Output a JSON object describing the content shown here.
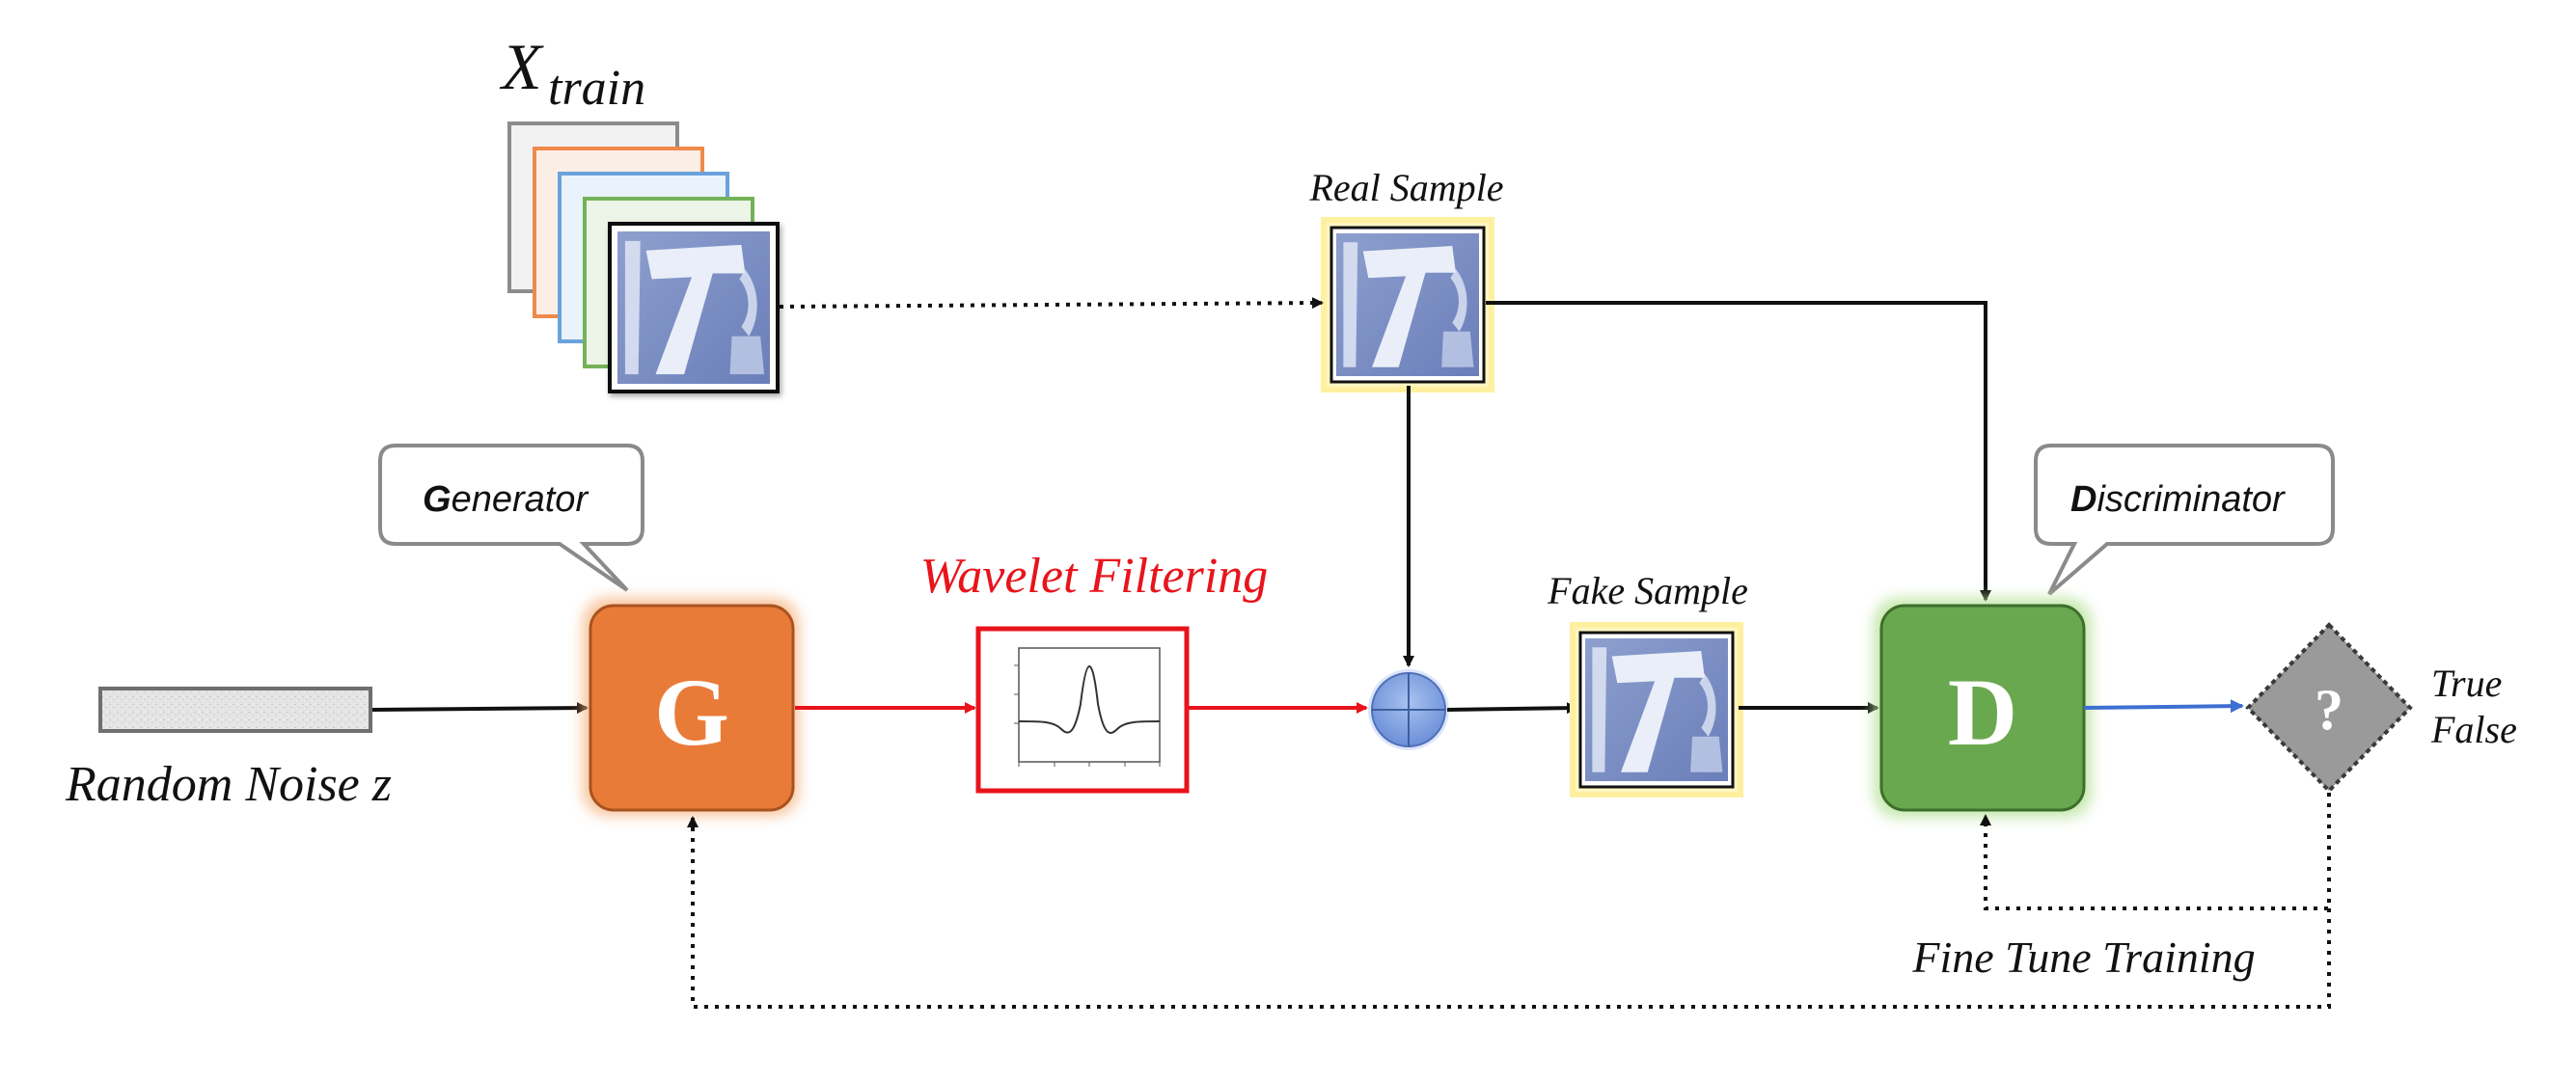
{
  "dataset": {
    "label_main": "X",
    "label_sub": "train"
  },
  "noise": {
    "label": "Random Noise z"
  },
  "generator": {
    "letter": "G",
    "callout_initial": "G",
    "callout_rest": "enerator",
    "color": "#e97b39"
  },
  "filter": {
    "label": "Wavelet Filtering",
    "color": "#e8141c"
  },
  "real_sample": {
    "label": "Real Sample"
  },
  "fake_sample": {
    "label": "Fake Sample"
  },
  "discriminator": {
    "letter": "D",
    "callout_initial": "D",
    "callout_rest": "iscriminator",
    "color": "#6aa84f"
  },
  "decision": {
    "symbol": "?",
    "true_label": "True",
    "false_label": "False"
  },
  "feedback": {
    "label": "Fine Tune Training"
  },
  "icons": {
    "sample_image": "digit-seven-image",
    "combine": "circled-plus-icon",
    "wavelet": "wavelet-plot-icon"
  }
}
